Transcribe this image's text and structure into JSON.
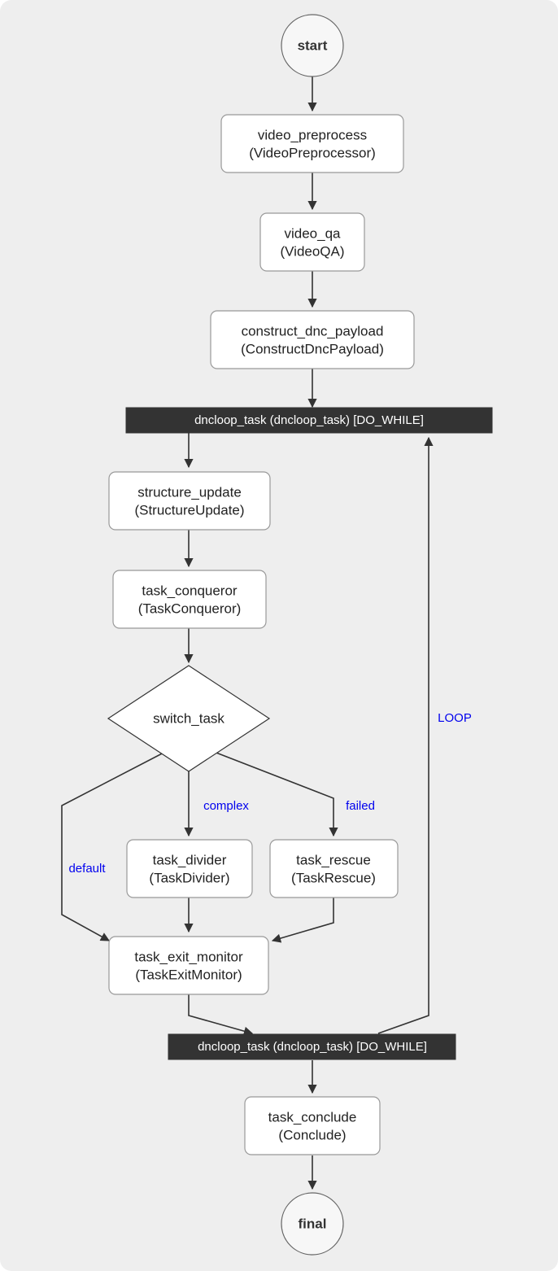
{
  "diagram": {
    "type": "flowchart",
    "direction": "top-to-bottom",
    "background_color": "#eeeeee",
    "edge_color": "#333333",
    "edge_label_color": "#0000ee",
    "loop_bar_color": "#333333",
    "node_fill_color": "#ffffff"
  },
  "nodes": {
    "start": {
      "label": "start",
      "shape": "circle"
    },
    "video_preprocess": {
      "line1": "video_preprocess",
      "line2": "(VideoPreprocessor)",
      "shape": "rounded-rect"
    },
    "video_qa": {
      "line1": "video_qa",
      "line2": "(VideoQA)",
      "shape": "rounded-rect"
    },
    "construct_dnc_payload": {
      "line1": "construct_dnc_payload",
      "line2": "(ConstructDncPayload)",
      "shape": "rounded-rect"
    },
    "dncloop_open": {
      "label": "dncloop_task (dncloop_task) [DO_WHILE]",
      "shape": "bar"
    },
    "structure_update": {
      "line1": "structure_update",
      "line2": "(StructureUpdate)",
      "shape": "rounded-rect"
    },
    "task_conqueror": {
      "line1": "task_conqueror",
      "line2": "(TaskConqueror)",
      "shape": "rounded-rect"
    },
    "switch_task": {
      "label": "switch_task",
      "shape": "diamond"
    },
    "task_divider": {
      "line1": "task_divider",
      "line2": "(TaskDivider)",
      "shape": "rounded-rect"
    },
    "task_rescue": {
      "line1": "task_rescue",
      "line2": "(TaskRescue)",
      "shape": "rounded-rect"
    },
    "task_exit_monitor": {
      "line1": "task_exit_monitor",
      "line2": "(TaskExitMonitor)",
      "shape": "rounded-rect"
    },
    "dncloop_close": {
      "label": "dncloop_task (dncloop_task) [DO_WHILE]",
      "shape": "bar"
    },
    "task_conclude": {
      "line1": "task_conclude",
      "line2": "(Conclude)",
      "shape": "rounded-rect"
    },
    "final": {
      "label": "final",
      "shape": "circle"
    }
  },
  "edge_labels": {
    "complex": "complex",
    "failed": "failed",
    "default": "default",
    "loop": "LOOP"
  },
  "edges": [
    {
      "from": "start",
      "to": "video_preprocess",
      "label": ""
    },
    {
      "from": "video_preprocess",
      "to": "video_qa",
      "label": ""
    },
    {
      "from": "video_qa",
      "to": "construct_dnc_payload",
      "label": ""
    },
    {
      "from": "construct_dnc_payload",
      "to": "dncloop_open",
      "label": ""
    },
    {
      "from": "dncloop_open",
      "to": "structure_update",
      "label": ""
    },
    {
      "from": "structure_update",
      "to": "task_conqueror",
      "label": ""
    },
    {
      "from": "task_conqueror",
      "to": "switch_task",
      "label": ""
    },
    {
      "from": "switch_task",
      "to": "task_divider",
      "label": "complex"
    },
    {
      "from": "switch_task",
      "to": "task_rescue",
      "label": "failed"
    },
    {
      "from": "switch_task",
      "to": "task_exit_monitor",
      "label": "default"
    },
    {
      "from": "task_divider",
      "to": "task_exit_monitor",
      "label": ""
    },
    {
      "from": "task_rescue",
      "to": "task_exit_monitor",
      "label": ""
    },
    {
      "from": "task_exit_monitor",
      "to": "dncloop_close",
      "label": ""
    },
    {
      "from": "dncloop_close",
      "to": "dncloop_open",
      "label": "LOOP"
    },
    {
      "from": "dncloop_close",
      "to": "task_conclude",
      "label": ""
    },
    {
      "from": "task_conclude",
      "to": "final",
      "label": ""
    }
  ]
}
